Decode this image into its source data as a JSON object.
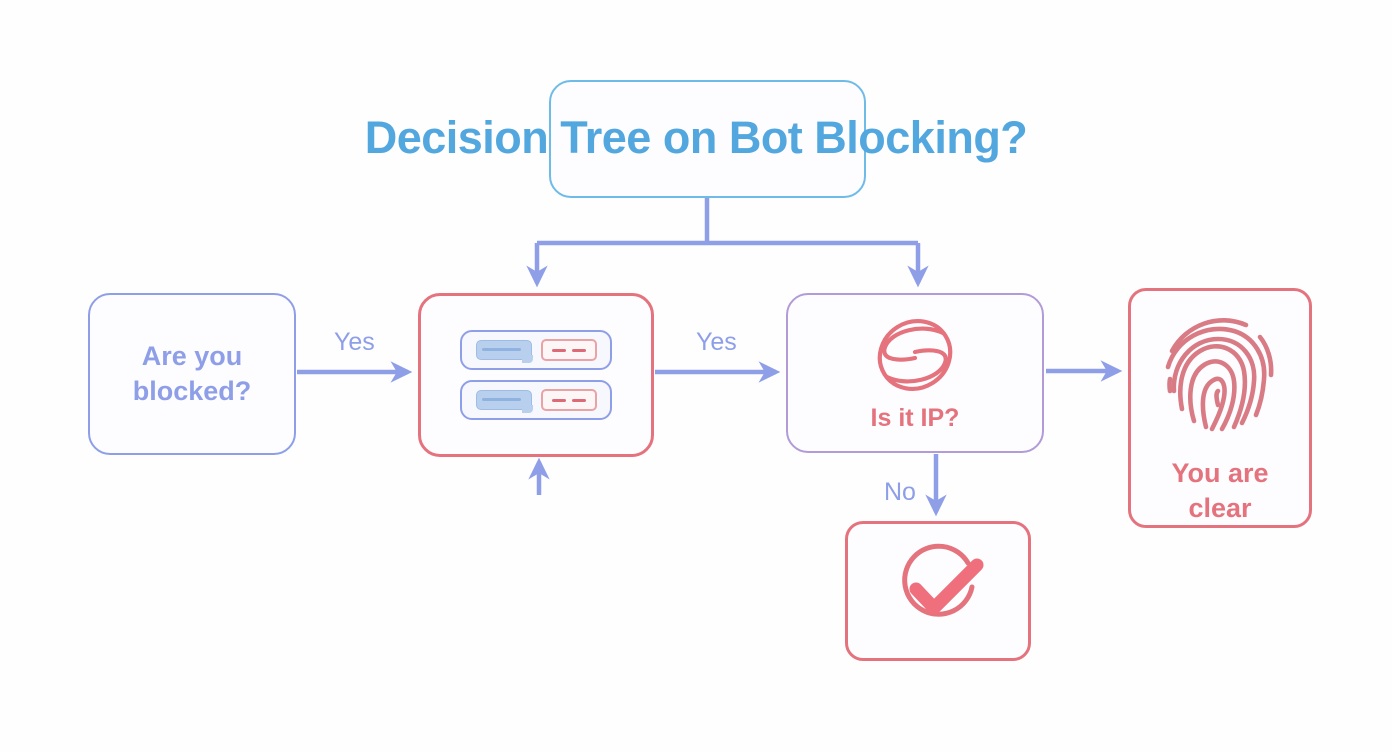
{
  "diagram": {
    "type": "flowchart",
    "title": "Decision Tree on Bot Blocking?",
    "background_color": "#fefeff",
    "palette": {
      "title_blue": "#53a7df",
      "periwinkle": "#8e9fe8",
      "coral_red": "#e4737d",
      "lavender": "#b29bd6",
      "light_blue_border": "#6fbbe8"
    },
    "nodes": [
      {
        "id": "title",
        "label": "Decision Tree on Bot Blocking?",
        "border_color": "#6fbbe8",
        "text_color": "#53a7df"
      },
      {
        "id": "blocked",
        "label": "Are you\nblocked?",
        "border_color": "#8e9fe8",
        "text_color": "#8e9fe8"
      },
      {
        "id": "proxy",
        "label": "",
        "icon": "server-list-icon",
        "border_color": "#e4737d"
      },
      {
        "id": "isip",
        "label": "Is it IP?",
        "icon": "s-globe-logo-icon",
        "border_color": "#b29bd6",
        "text_color": "#e4737d"
      },
      {
        "id": "check",
        "label": "",
        "icon": "circle-check-icon",
        "border_color": "#e4737d"
      },
      {
        "id": "clear",
        "label": "You are\nclear",
        "icon": "fingerprint-icon",
        "border_color": "#e4737d",
        "text_color": "#e4737d"
      }
    ],
    "edges": [
      {
        "from": "title",
        "to": "proxy",
        "label": "",
        "color": "#8e9fe8"
      },
      {
        "from": "title",
        "to": "isip",
        "label": "",
        "color": "#8e9fe8"
      },
      {
        "from": "blocked",
        "to": "proxy",
        "label": "Yes",
        "color": "#8e9fe8"
      },
      {
        "from": "proxy",
        "to": "isip",
        "label": "Yes",
        "color": "#8e9fe8"
      },
      {
        "from": "isip",
        "to": "check",
        "label": "No",
        "color": "#8e9fe8"
      },
      {
        "from": "isip",
        "to": "clear",
        "label": "",
        "color": "#8e9fe8"
      },
      {
        "from": "below",
        "to": "proxy",
        "label": "",
        "color": "#8e9fe8"
      }
    ],
    "edge_labels": {
      "yes_blocked_to_proxy": "Yes",
      "yes_proxy_to_isip": "Yes",
      "no_isip_to_check": "No"
    }
  }
}
